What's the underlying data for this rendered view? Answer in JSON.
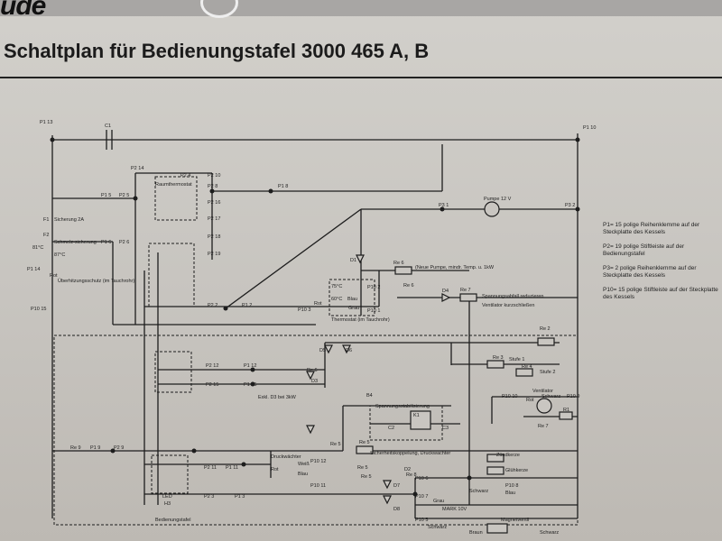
{
  "header": {
    "logo_text": "ude",
    "title": "Schaltplan für Bedienungstafel 3000 465 A, B"
  },
  "schematic": {
    "nodes": {
      "p1_13": "P1 13",
      "c1": "C1",
      "p1_10": "P1 10",
      "p2_14": "P2 14",
      "p2_4": "P2 4",
      "p2_10": "P2 10",
      "raumthermostat": "Raumthermostat",
      "p2_8": "P2 8",
      "p1_8": "P1 8",
      "p1_5": "P1 5",
      "p2_5": "P2 5",
      "p2_16": "P2 16",
      "p2_17": "P2 17",
      "p2_18": "P2 18",
      "p2_19": "P2 19",
      "p3_1": "P3 1",
      "pumpe_12v": "Pumpe 12 V",
      "p3_2": "P3 2",
      "f1": "F1",
      "sicherung_2a": "Sicherung 2A",
      "f2": "F2",
      "schmelzsicherung": "Schmelz-sicherung",
      "temp_81": "81°C",
      "temp_87": "87°C",
      "p1_6": "P1 6",
      "p2_6": "P2 6",
      "d1": "D1",
      "re_6_a": "Re 6",
      "neue_pumpe": "(Neue Pumpe, mindr. Temp. u. 1kW",
      "p1_14": "P1 14",
      "rot_1": "Rot",
      "uebert": "Überhitzungsschutz (im Tauchrohr)",
      "p10_15": "P10 15",
      "temp_75": "75°C",
      "temp_60": "60°C",
      "p10_2": "P10 2",
      "re_6_b": "Re 6",
      "d4": "D4",
      "re_7": "Re 7",
      "spannungsabfall": "Spannungsabfall reduzieren",
      "ventilator_kurz": "Ventilator kurzschließen",
      "blau": "Blau",
      "grau": "Grau",
      "p10_3": "P10 3",
      "p10_1": "P10 1",
      "rot_2": "Rot",
      "thermostat": "Thermostat (im Tauchrohr)",
      "p2_2": "P2 2",
      "p1_2": "P1 2",
      "re_2": "Re 2",
      "d5": "D5",
      "d6": "D6",
      "re_3": "Re 3",
      "stufe_1": "Stufe 1",
      "re_4": "Re 4",
      "stufe_2": "Stufe 2",
      "p2_12": "P2 12",
      "p1_12": "P1 12",
      "d3": "D3",
      "re_6_c": "Re 6",
      "p2_15": "P2 15",
      "p1_15": "P1 15",
      "exkl_d3": "Exkl. D3 bei 3kW",
      "ventilator": "Ventilator",
      "p10_10": "P10 10",
      "rot_3": "Rot",
      "schwarz_1": "Schwarz",
      "p10_9": "P10 9",
      "r1": "R1",
      "b4": "B4",
      "spannungsstab": "Spannungsstabilisierung",
      "k1": "K1",
      "c2": "C2",
      "c3": "C3",
      "re_7_b": "Re 7",
      "re_5_a": "Re 5",
      "re_5_b": "Re 5",
      "sicherheits": "Sicherheitskoppelung, Druckwächter",
      "zuendkerze": "Zündkerze",
      "gluehkerze": "Glühkerze",
      "druckwaechter": "Druckwächter",
      "rot_4": "Rot",
      "weiss": "Weiß",
      "blau_2": "Blau",
      "p10_12": "P10 12",
      "p10_11": "P10 11",
      "re_5_c": "Re 5",
      "re_5_d": "Re 5",
      "re_9": "Re 9",
      "re_8": "Re 8",
      "p1_9": "P1 9",
      "p2_9": "P2 9",
      "p2_11": "P2 11",
      "p1_11": "P1 11",
      "p2_3": "P2 3",
      "p1_3": "P1 3",
      "led": "LED",
      "h3": "H3",
      "bedienungstafel": "Bedienungstafel",
      "d2": "D2",
      "d7": "D7",
      "d8": "D8",
      "p10_6": "P10 6",
      "p10_7": "P10 7",
      "grau_2": "Grau",
      "schwarz_2": "Schwarz",
      "mark_10v": "MARK 10V",
      "p10_8": "P10 8",
      "blau_3": "Blau",
      "p10_5": "P10 5",
      "schwarz_3": "Schwarz",
      "magnetventil": "Magnetventil",
      "braun": "Braun",
      "schwarz_4": "Schwarz"
    }
  },
  "legend": [
    "P1= 15 polige Reihenklemme auf der Steckplatte des Kessels",
    "P2= 19 polige Stiftleiste auf der Bedienungstafel",
    "P3= 2 polige Reihenklemme auf der Steckplatte des Kessels",
    "P10= 15 polige Stiftleiste auf der Steckplatte des Kessels"
  ]
}
